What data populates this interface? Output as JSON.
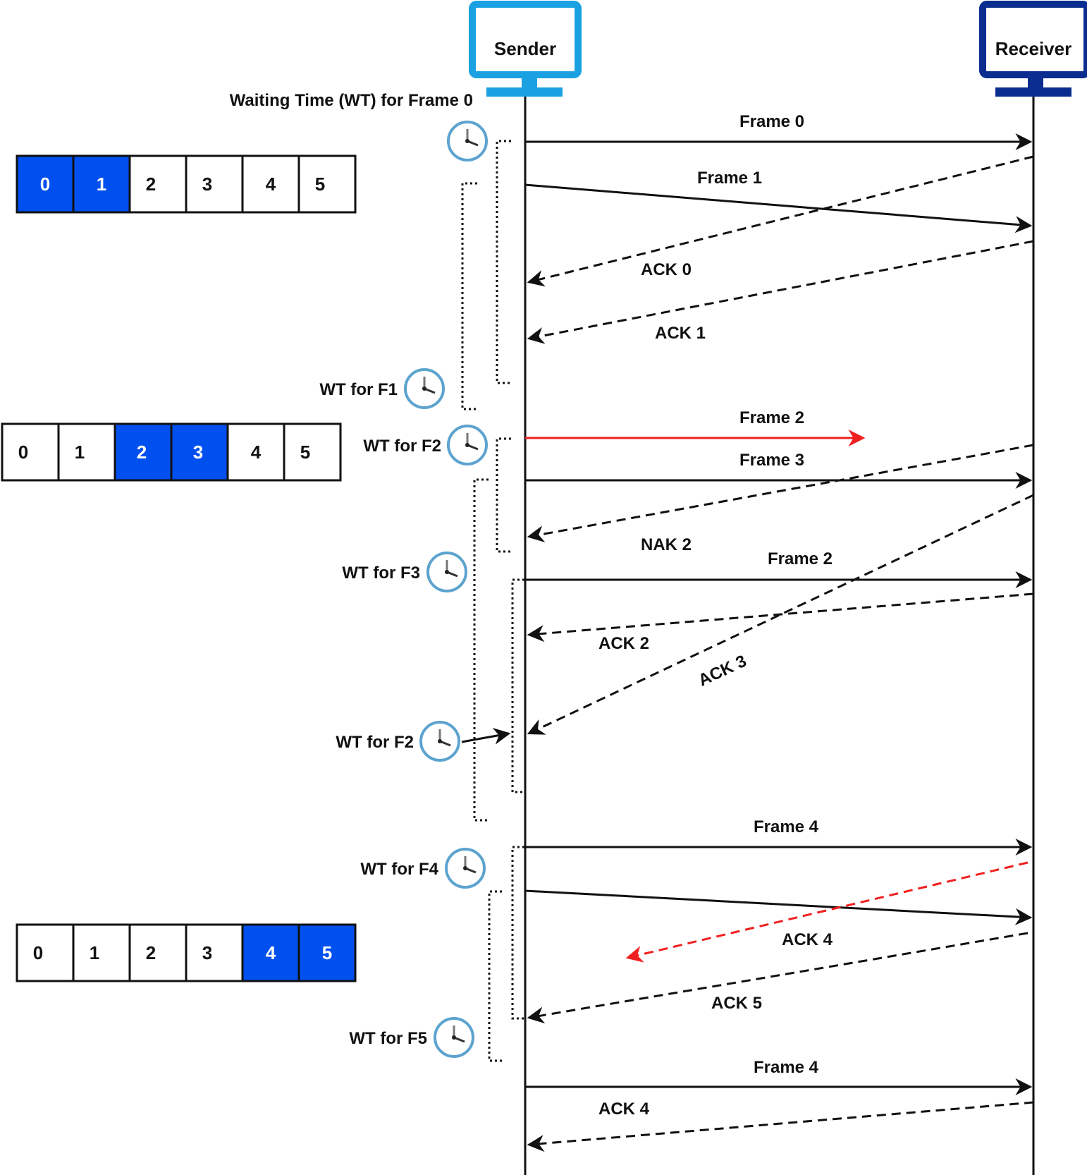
{
  "nodes": {
    "sender": "Sender",
    "receiver": "Receiver"
  },
  "colors": {
    "sender_monitor": "#1BA1E2",
    "receiver_monitor": "#0B2D8F",
    "window_active": "#0050EF",
    "error": "#F02020",
    "clock_ring": "#5DA3CF",
    "line": "#111111"
  },
  "timers": {
    "wt_frame0": "Waiting Time (WT) for Frame 0",
    "wt_f1": "WT for F1",
    "wt_f2_first": "WT for F2",
    "wt_f3": "WT for F3",
    "wt_f2_second": "WT for F2",
    "wt_f4": "WT for F4",
    "wt_f5": "WT for F5"
  },
  "windows": [
    {
      "cells": [
        {
          "label": "0",
          "active": true
        },
        {
          "label": "1",
          "active": true
        },
        {
          "label": "2",
          "active": false
        },
        {
          "label": "3",
          "active": false
        },
        {
          "label": "4",
          "active": false
        },
        {
          "label": "5",
          "active": false
        }
      ]
    },
    {
      "cells": [
        {
          "label": "0",
          "active": false
        },
        {
          "label": "1",
          "active": false
        },
        {
          "label": "2",
          "active": true
        },
        {
          "label": "3",
          "active": true
        },
        {
          "label": "4",
          "active": false
        },
        {
          "label": "5",
          "active": false
        }
      ]
    },
    {
      "cells": [
        {
          "label": "0",
          "active": false
        },
        {
          "label": "1",
          "active": false
        },
        {
          "label": "2",
          "active": false
        },
        {
          "label": "3",
          "active": false
        },
        {
          "label": "4",
          "active": true
        },
        {
          "label": "5",
          "active": true
        }
      ]
    }
  ],
  "messages": [
    {
      "label": "Frame 0",
      "style": "solid",
      "color": "black"
    },
    {
      "label": "Frame 1",
      "style": "solid",
      "color": "black"
    },
    {
      "label": "ACK 0",
      "style": "dashed",
      "color": "black"
    },
    {
      "label": "ACK 1",
      "style": "dashed",
      "color": "black"
    },
    {
      "label": "Frame 2",
      "style": "solid",
      "color": "red",
      "lost": true
    },
    {
      "label": "Frame 3",
      "style": "solid",
      "color": "black"
    },
    {
      "label": "NAK 2",
      "style": "dashed",
      "color": "black"
    },
    {
      "label": "Frame 2",
      "style": "solid",
      "color": "black"
    },
    {
      "label": "ACK 2",
      "style": "dashed",
      "color": "black"
    },
    {
      "label": "ACK 3",
      "style": "dashed",
      "color": "black"
    },
    {
      "label": "Frame 4",
      "style": "solid",
      "color": "black"
    },
    {
      "label": "ACK 4",
      "style": "dashed",
      "color": "red",
      "lost": true
    },
    {
      "label": "ACK 5",
      "style": "dashed",
      "color": "black"
    },
    {
      "label": "Frame 4",
      "style": "solid",
      "color": "black"
    },
    {
      "label": "ACK 4",
      "style": "dashed",
      "color": "black"
    }
  ]
}
